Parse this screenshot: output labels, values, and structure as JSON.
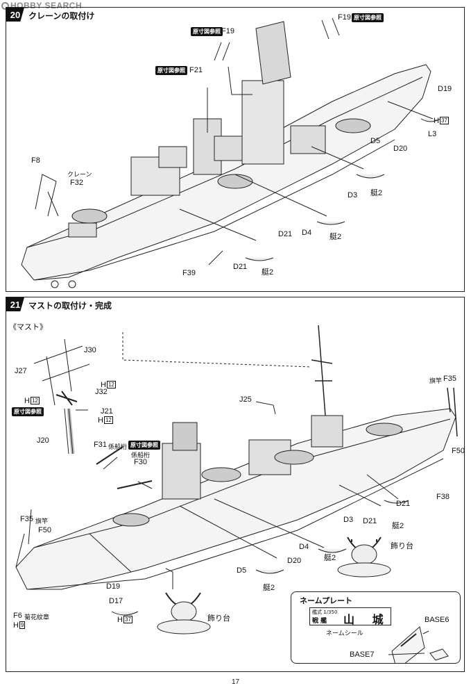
{
  "watermark": "HOBBY SEARCH",
  "step20": {
    "number": "20",
    "title": "クレーンの取付け",
    "refs": [
      "原寸図参照",
      "原寸図参照",
      "原寸図参照"
    ],
    "labels": {
      "f19_top": "F19",
      "f19_right": "F19",
      "f21": "F21",
      "d19": "D19",
      "h37": "H",
      "h37_box": "37",
      "l3": "L3",
      "d5": "D5",
      "d20": "D20",
      "f8": "F8",
      "crane": "クレーン",
      "f32": "F32",
      "tei2_a": "艇2",
      "d3": "D3",
      "d4": "D4",
      "tei2_b": "艇2",
      "d21_a": "D21",
      "d21_b": "D21",
      "tei2_c": "艇2",
      "f39": "F39"
    }
  },
  "step21": {
    "number": "21",
    "title": "マストの取付け・完成",
    "mast_heading": "《マスト》",
    "ref": "原寸図参照",
    "ref2": "原寸図参照",
    "labels": {
      "j30": "J30",
      "j27": "J27",
      "h12_a": "H",
      "h12_a_box": "12",
      "j32": "J32",
      "h12_b": "H",
      "h12_b_box": "12",
      "j21": "J21",
      "h12_c": "H",
      "h12_c_box": "12",
      "j20": "J20",
      "j25": "J25",
      "flagpole_r": "旗竿",
      "f35_r": "F35",
      "f50_r": "F50",
      "f31": "F31",
      "yard_a": "係船桁",
      "yard_b": "係船桁",
      "f30": "F30",
      "f38": "F38",
      "d21_a": "D21",
      "d21_b": "D21",
      "tei2_a": "艇2",
      "d3": "D3",
      "d4": "D4",
      "tei2_b": "艇2",
      "stand_r": "飾り台",
      "f35_l": "F35",
      "flagpole_l": "旗竿",
      "f50_l": "F50",
      "d5": "D5",
      "d20": "D20",
      "tei2_c": "艇2",
      "d19": "D19",
      "d17": "D17",
      "h37": "H",
      "h37_box": "37",
      "stand_l": "飾り台",
      "f6": "F6",
      "chrysanthemum": "菊花紋章",
      "h9": "H",
      "h9_box": "9"
    }
  },
  "nameplate": {
    "title": "ネームプレート",
    "scale": "艦式 1/350",
    "kind": "戦 艦",
    "name": "山 城",
    "caption": "ネームシール",
    "base6": "BASE6",
    "base7": "BASE7"
  },
  "page_number": "17"
}
